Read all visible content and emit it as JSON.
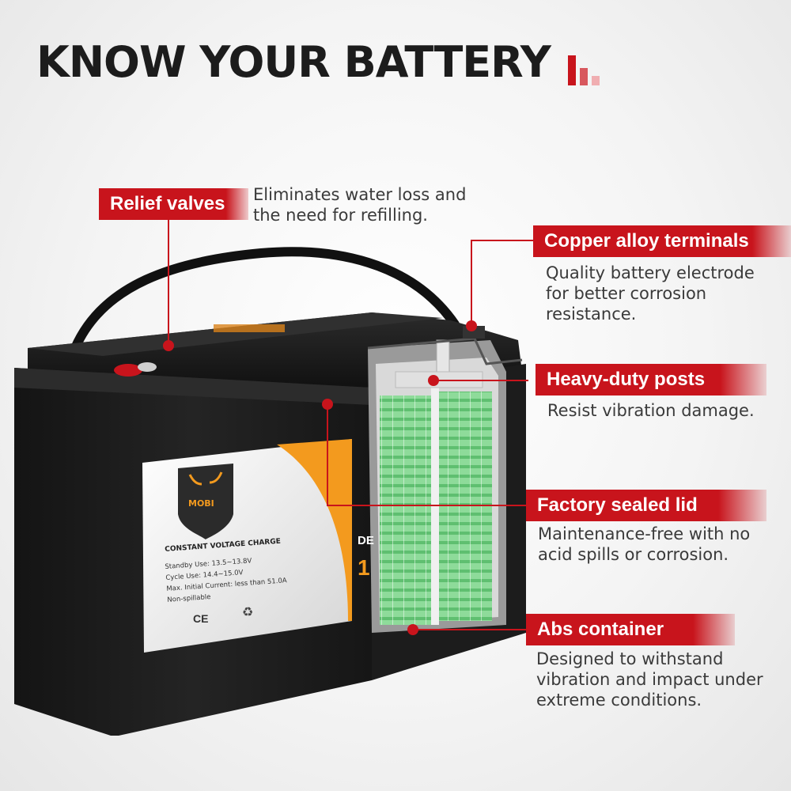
{
  "header": {
    "title": "KNOW YOUR BATTERY"
  },
  "callouts": {
    "relief_valves": {
      "label": "Relief valves",
      "lines": [
        "Eliminates water loss and",
        "the need for refilling."
      ]
    },
    "copper_terminals": {
      "label": "Copper alloy terminals",
      "lines": [
        "Quality battery electrode",
        "for better corrosion",
        "resistance."
      ]
    },
    "heavy_posts": {
      "label": "Heavy-duty posts",
      "lines": [
        "Resist vibration damage."
      ]
    },
    "sealed_lid": {
      "label": "Factory sealed lid",
      "lines": [
        "Maintenance-free with no",
        "acid spills or corrosion."
      ]
    },
    "abs_container": {
      "label": "Abs container",
      "lines": [
        "Designed to withstand",
        "vibration and impact under",
        "extreme conditions."
      ]
    }
  },
  "battery_label": {
    "brand": "MOBI",
    "charge_title": "CONSTANT VOLTAGE CHARGE",
    "specs": [
      "Standby Use: 13.5~13.8V",
      "Cycle Use: 14.4~15.0V",
      "Max. Initial Current: less than 51.0A",
      "Non-spillable"
    ],
    "cert_marks": [
      "CE"
    ],
    "side_text_1": "DE",
    "side_text_2": "1"
  },
  "colors": {
    "accent_red": "#c8141c",
    "cell_green": "#7fd08f",
    "case_black": "#1a1a1a",
    "label_orange": "#f39a1e"
  }
}
